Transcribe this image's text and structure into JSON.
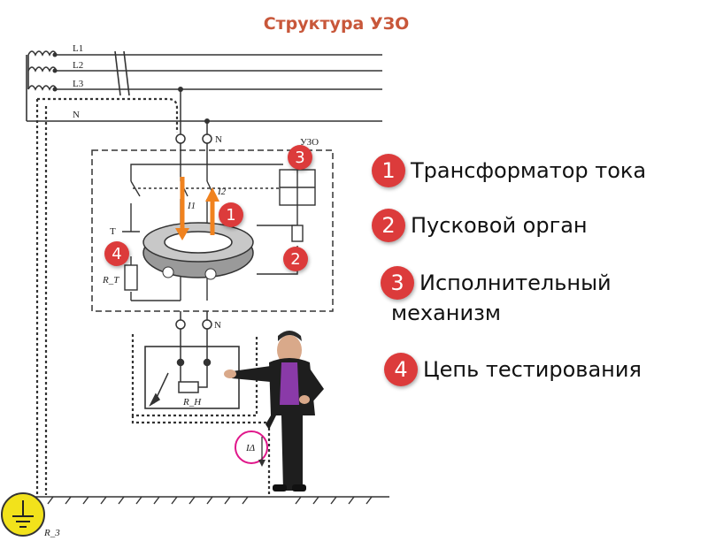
{
  "title": "Структура УЗО",
  "diagram": {
    "phase_labels": [
      "L1",
      "L2",
      "L3"
    ],
    "neutral_label": "N",
    "terminal_n_top": "N",
    "terminal_n_bottom": "N",
    "device_label": "УЗО",
    "test_button_label": "T",
    "test_resistor_label": "R_T",
    "current_label_1": "I1",
    "current_label_2": "I2",
    "load_resistor_label": "R_H",
    "leakage_current_label": "IΔ",
    "ground_resistor_label": "R_3",
    "markers": [
      "1",
      "2",
      "3",
      "4"
    ]
  },
  "legend": [
    {
      "number": "1",
      "text": "Трансформатор тока"
    },
    {
      "number": "2",
      "text": "Пусковой орган"
    },
    {
      "number": "3",
      "text": "Исполнительный",
      "text_line2": "механизм"
    },
    {
      "number": "4",
      "text": "Цепь тестирования"
    }
  ],
  "colors": {
    "title": "#c8573a",
    "badge": "#dc3b3b",
    "arrow": "#f0821e",
    "highlight_circle": "#e0178a",
    "ground_icon": "#f2e21b"
  }
}
